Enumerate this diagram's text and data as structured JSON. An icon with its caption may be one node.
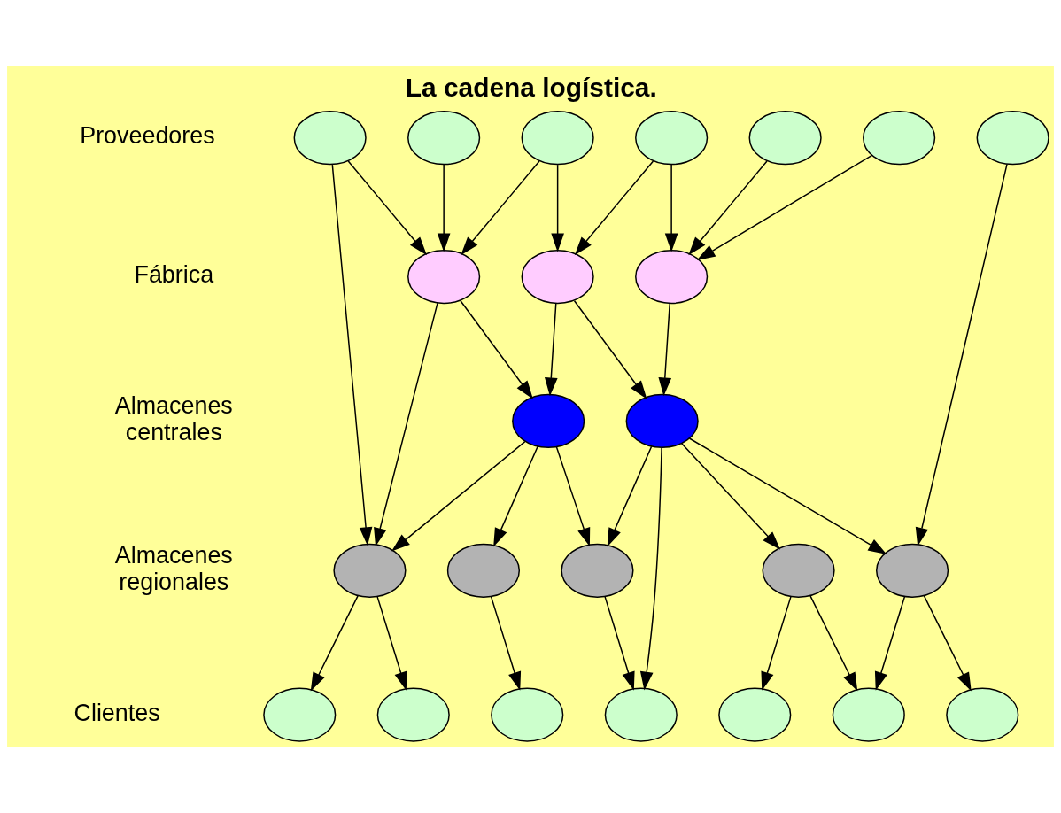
{
  "diagram": {
    "title": "La cadena logística.",
    "nodes": [
      {
        "text": [],
        "shape": "ellipse"
      },
      {
        "text": [],
        "shape": "ellipse"
      },
      {
        "text": [],
        "shape": "ellipse"
      },
      {
        "text": [],
        "shape": "ellipse"
      },
      {
        "text": [],
        "shape": "ellipse"
      },
      {
        "text": [],
        "shape": "ellipse"
      },
      {
        "text": [],
        "shape": "ellipse"
      },
      {
        "text": [],
        "shape": "ellipse"
      },
      {
        "text": [],
        "shape": "ellipse"
      },
      {
        "text": [],
        "shape": "ellipse"
      },
      {
        "text": [],
        "shape": "ellipse"
      },
      {
        "text": [],
        "shape": "ellipse"
      },
      {
        "text": [],
        "shape": "ellipse"
      },
      {
        "text": [],
        "shape": "ellipse"
      },
      {
        "text": [],
        "shape": "ellipse"
      },
      {
        "text": [],
        "shape": "ellipse"
      },
      {
        "text": [],
        "shape": "ellipse"
      },
      {
        "text": [],
        "shape": "ellipse"
      },
      {
        "text": [],
        "shape": "ellipse"
      },
      {
        "text": [],
        "shape": "ellipse"
      },
      {
        "text": [],
        "shape": "ellipse"
      },
      {
        "text": [],
        "shape": "ellipse"
      },
      {
        "text": [],
        "shape": "ellipse"
      },
      {
        "text": [],
        "shape": "ellipse"
      }
    ],
    "edges": [
      {
        "from": 0,
        "to": 7,
        "arrow": "to"
      },
      {
        "from": 0,
        "to": 12,
        "arrow": "to"
      },
      {
        "from": 1,
        "to": 7,
        "arrow": "to"
      },
      {
        "from": 2,
        "to": 7,
        "arrow": "to"
      },
      {
        "from": 2,
        "to": 8,
        "arrow": "to"
      },
      {
        "from": 3,
        "to": 8,
        "arrow": "to"
      },
      {
        "from": 3,
        "to": 9,
        "arrow": "to"
      },
      {
        "from": 4,
        "to": 9,
        "arrow": "to"
      },
      {
        "from": 5,
        "to": 9,
        "arrow": "to"
      },
      {
        "from": 6,
        "to": 16,
        "arrow": "to"
      },
      {
        "from": 7,
        "to": 12,
        "arrow": "to"
      },
      {
        "from": 7,
        "to": 10,
        "arrow": "to"
      },
      {
        "from": 8,
        "to": 10,
        "arrow": "to"
      },
      {
        "from": 8,
        "to": 11,
        "arrow": "to"
      },
      {
        "from": 9,
        "to": 11,
        "arrow": "to"
      },
      {
        "from": 10,
        "to": 12,
        "arrow": "to"
      },
      {
        "from": 10,
        "to": 13,
        "arrow": "to"
      },
      {
        "from": 10,
        "to": 14,
        "arrow": "to"
      },
      {
        "from": 11,
        "to": 14,
        "arrow": "to"
      },
      {
        "from": 11,
        "to": 20,
        "arrow": "to"
      },
      {
        "from": 11,
        "to": 15,
        "arrow": "to"
      },
      {
        "from": 11,
        "to": 16,
        "arrow": "to"
      },
      {
        "from": 12,
        "to": 17,
        "arrow": "to"
      },
      {
        "from": 12,
        "to": 18,
        "arrow": "to"
      },
      {
        "from": 13,
        "to": 19,
        "arrow": "to"
      },
      {
        "from": 14,
        "to": 20,
        "arrow": "to"
      },
      {
        "from": 15,
        "to": 21,
        "arrow": "to"
      },
      {
        "from": 15,
        "to": 22,
        "arrow": "to"
      },
      {
        "from": 16,
        "to": 22,
        "arrow": "to"
      },
      {
        "from": 16,
        "to": 23,
        "arrow": "to"
      }
    ],
    "labels": [
      "Proveedores",
      "Fábrica",
      "Almacenes centrales",
      "Almacenes regionales",
      "Clientes"
    ]
  }
}
